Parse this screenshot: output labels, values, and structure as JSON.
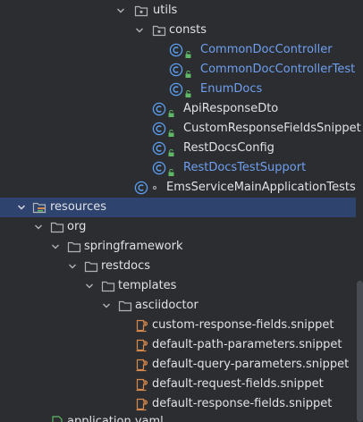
{
  "tree": {
    "items": [
      {
        "label": "utils",
        "kind": "package",
        "color": "normal"
      },
      {
        "label": "consts",
        "kind": "package",
        "color": "normal"
      },
      {
        "label": "CommonDocController",
        "kind": "class",
        "color": "java-blue"
      },
      {
        "label": "CommonDocControllerTest",
        "kind": "class",
        "color": "java-blue"
      },
      {
        "label": "EnumDocs",
        "kind": "class",
        "color": "java-blue"
      },
      {
        "label": "ApiResponseDto",
        "kind": "class",
        "color": "normal"
      },
      {
        "label": "CustomResponseFieldsSnippet",
        "kind": "class",
        "color": "normal"
      },
      {
        "label": "RestDocsConfig",
        "kind": "class",
        "color": "normal"
      },
      {
        "label": "RestDocsTestSupport",
        "kind": "class",
        "color": "java-blue"
      },
      {
        "label": "EmsServiceMainApplicationTests",
        "kind": "class",
        "color": "normal"
      },
      {
        "label": "resources",
        "kind": "resources-folder",
        "color": "normal"
      },
      {
        "label": "org",
        "kind": "folder",
        "color": "normal"
      },
      {
        "label": "springframework",
        "kind": "folder",
        "color": "normal"
      },
      {
        "label": "restdocs",
        "kind": "folder",
        "color": "normal"
      },
      {
        "label": "templates",
        "kind": "folder",
        "color": "normal"
      },
      {
        "label": "asciidoctor",
        "kind": "folder",
        "color": "normal"
      },
      {
        "label": "custom-response-fields.snippet",
        "kind": "snippet",
        "color": "normal"
      },
      {
        "label": "default-path-parameters.snippet",
        "kind": "snippet",
        "color": "normal"
      },
      {
        "label": "default-query-parameters.snippet",
        "kind": "snippet",
        "color": "normal"
      },
      {
        "label": "default-request-fields.snippet",
        "kind": "snippet",
        "color": "normal"
      },
      {
        "label": "default-response-fields.snippet",
        "kind": "snippet",
        "color": "normal"
      },
      {
        "label": "application.yaml",
        "kind": "yaml",
        "color": "normal"
      }
    ],
    "selected_item": "resources"
  },
  "colors": {
    "background": "#2b2d30",
    "selection": "#2e436e",
    "class_icon": "#5c9ef0",
    "java_blue_text": "#6f9ff0",
    "text": "#dfe1e5",
    "lock_green": "#5fb865",
    "snippet_orange": "#d88a4c",
    "folder_outline": "#b0b3b8"
  }
}
